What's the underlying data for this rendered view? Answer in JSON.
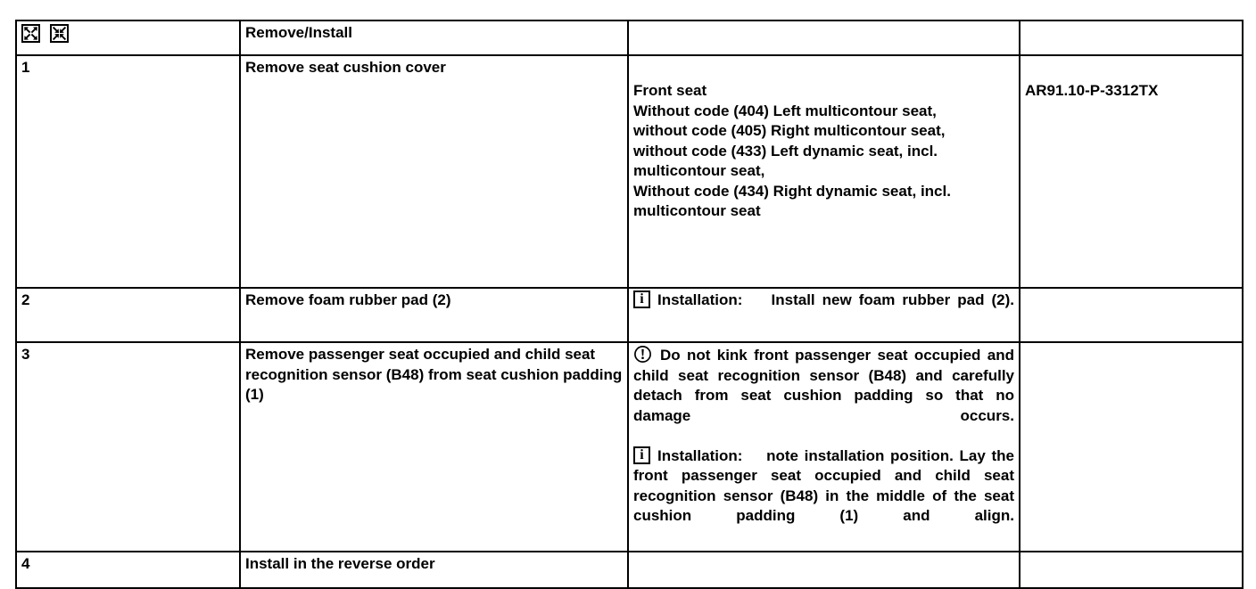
{
  "document": {
    "type": "workshop-procedure-table",
    "title": "Remove/Install"
  },
  "table": {
    "header": {
      "icons": [
        {
          "name": "expand-icon",
          "label": "Expand"
        },
        {
          "name": "collapse-icon",
          "label": "Collapse"
        }
      ],
      "task_label": "Remove/Install",
      "note_label": "",
      "ref_label": ""
    },
    "rows": [
      {
        "number": "1",
        "task": "Remove seat cushion cover",
        "note_lines": [
          "Front seat",
          "Without code (404) Left multicontour seat,",
          "without code (405) Right multicontour seat,",
          "without code (433) Left dynamic seat, incl.",
          "multicontour seat,",
          "Without code (434) Right dynamic seat, incl.",
          "multicontour seat"
        ],
        "reference": "AR91.10-P-3312TX"
      },
      {
        "number": "2",
        "task": "Remove foam rubber pad (2)",
        "note_icon": "info-icon",
        "note_prefix": "Installation:",
        "note_body": "Install new foam rubber pad (2).",
        "reference": ""
      },
      {
        "number": "3",
        "task": "Remove passenger seat occupied and child seat recognition sensor (B48) from seat cushion padding (1)",
        "caution_icon": "caution-icon",
        "caution_text": "Do not kink front passenger seat occupied and child seat recognition sensor (B48) and carefully detach from seat cushion padding so that no damage occurs.",
        "note_icon": "info-icon",
        "note_prefix": "Installation:",
        "note_body": "note installation position. Lay the front passenger seat occupied and child seat recognition sensor (B48) in the middle of the seat cushion padding (1) and align.",
        "reference": ""
      },
      {
        "number": "4",
        "task": "Install in the reverse order",
        "note_lines": [],
        "reference": ""
      }
    ]
  },
  "colors": {
    "border": "#000000",
    "text": "#000000",
    "background": "#ffffff"
  }
}
